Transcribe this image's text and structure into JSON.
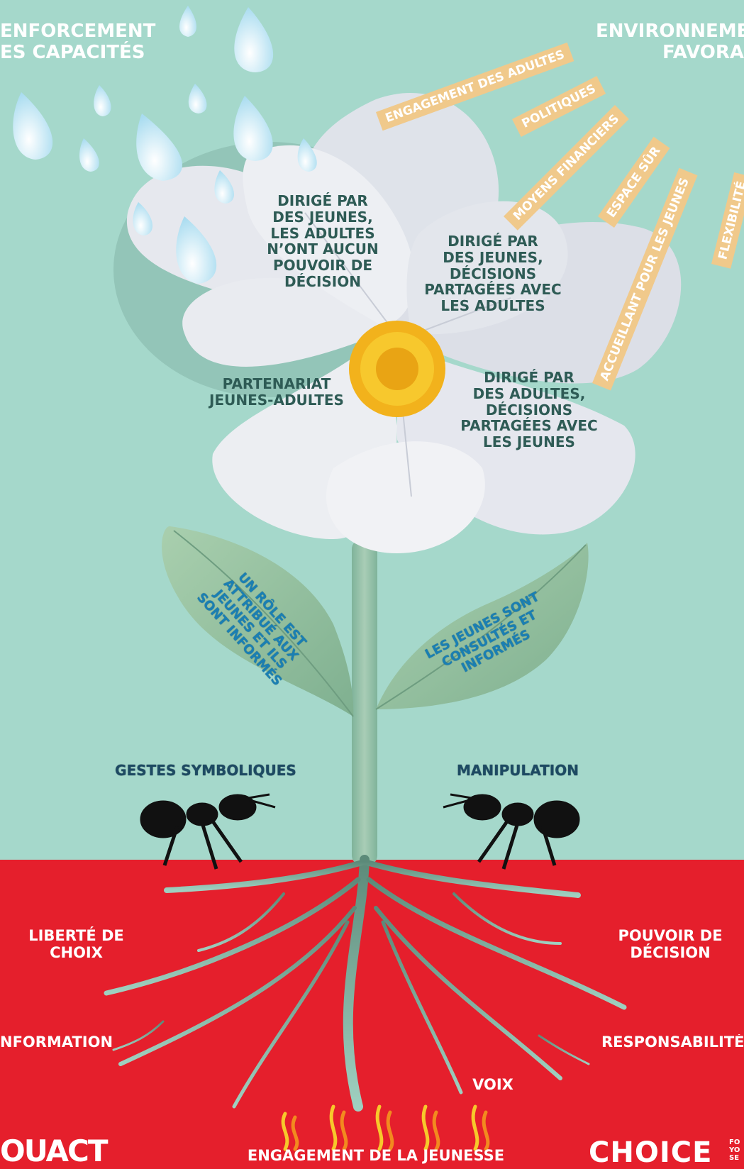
{
  "headers": {
    "capacity_line1": "ENFORCEMENT",
    "capacity_line2": "ES CAPACITÉS",
    "environment_line1": "ENVIRONNEME",
    "environment_line2": "FAVORA"
  },
  "rays": [
    "ENGAGEMENT DES ADULTES",
    "POLITIQUES",
    "MOYENS FINANCIERS",
    "ESPACE SÛR",
    "ACCUEILLANT POUR LES JEUNES",
    "FLEXIBILITÉ"
  ],
  "petals": {
    "youth_led_no_power": "DIRIGÉ PAR\nDES JEUNES,\nLES ADULTES\nN’ONT AUCUN\nPOUVOIR DE\nDÉCISION",
    "youth_led_shared": "DIRIGÉ PAR\nDES JEUNES,\nDÉCISIONS\nPARTAGÉES AVEC\nLES ADULTES",
    "partnership": "PARTENARIAT\nJEUNES-ADULTES",
    "adult_led_shared": "DIRIGÉ PAR\nDES ADULTES,\nDÉCISIONS\nPARTAGÉES AVEC\nLES JEUNES"
  },
  "leaves": {
    "left": "UN RÔLE EST\nATTRIBUÉ AUX\nJEUNES ET ILS\nSONT INFORMÉS",
    "right": "LES JEUNES SONT\nCONSULTÉS ET\nINFORMÉS"
  },
  "ants": {
    "left": "GESTES SYMBOLIQUES",
    "right": "MANIPULATION"
  },
  "roots": {
    "choice": "LIBERTÉ DE\nCHOIX",
    "decision": "POUVOIR DE\nDÉCISION",
    "information": "NFORMATION",
    "responsibility": "RESPONSABILITÉ",
    "voice": "VOIX",
    "bottom": "ENGAGEMENT DE LA JEUNESSE"
  },
  "logos": {
    "left": "OUACT",
    "right": "CHOICE",
    "right_small": "FO\nYO\nSE"
  },
  "colors": {
    "sky": "#a5d8cb",
    "ground": "#e51f2c",
    "ray": "#f0c98b",
    "petal_text": "#2e5b55",
    "leaf_text": "#1a7fb3"
  }
}
